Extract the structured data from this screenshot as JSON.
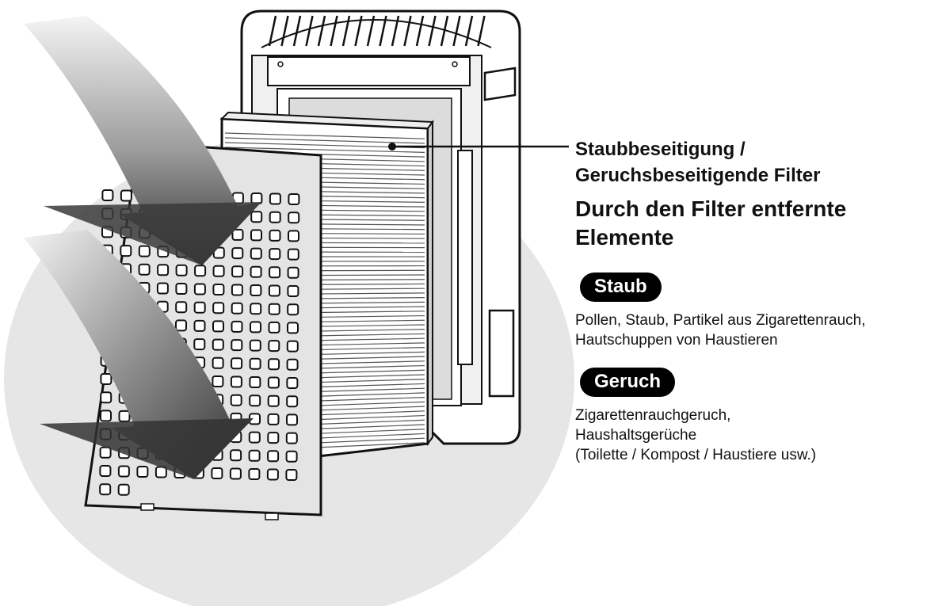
{
  "callout": {
    "filter_label_lines": [
      "Staubbeseitigung /",
      "Geruchsbeseitigende Filter"
    ]
  },
  "removed": {
    "heading_lines": [
      "Durch den Filter entfernte",
      "Elemente"
    ]
  },
  "categories": [
    {
      "badge": "Staub",
      "description_lines": [
        "Pollen, Staub, Partikel aus Zigarettenrauch,",
        "Hautschuppen von Haustieren"
      ]
    },
    {
      "badge": "Geruch",
      "description_lines": [
        "Zigarettenrauchgeruch,",
        "Haushaltsgerüche",
        "(Toilette / Kompost / Haustiere usw.)"
      ]
    }
  ],
  "colors": {
    "badge_bg": "#000000",
    "badge_text": "#ffffff",
    "background_circle": "#e6e6e6",
    "arrow_dark": "#333333",
    "arrow_light": "#f2f2f2"
  }
}
